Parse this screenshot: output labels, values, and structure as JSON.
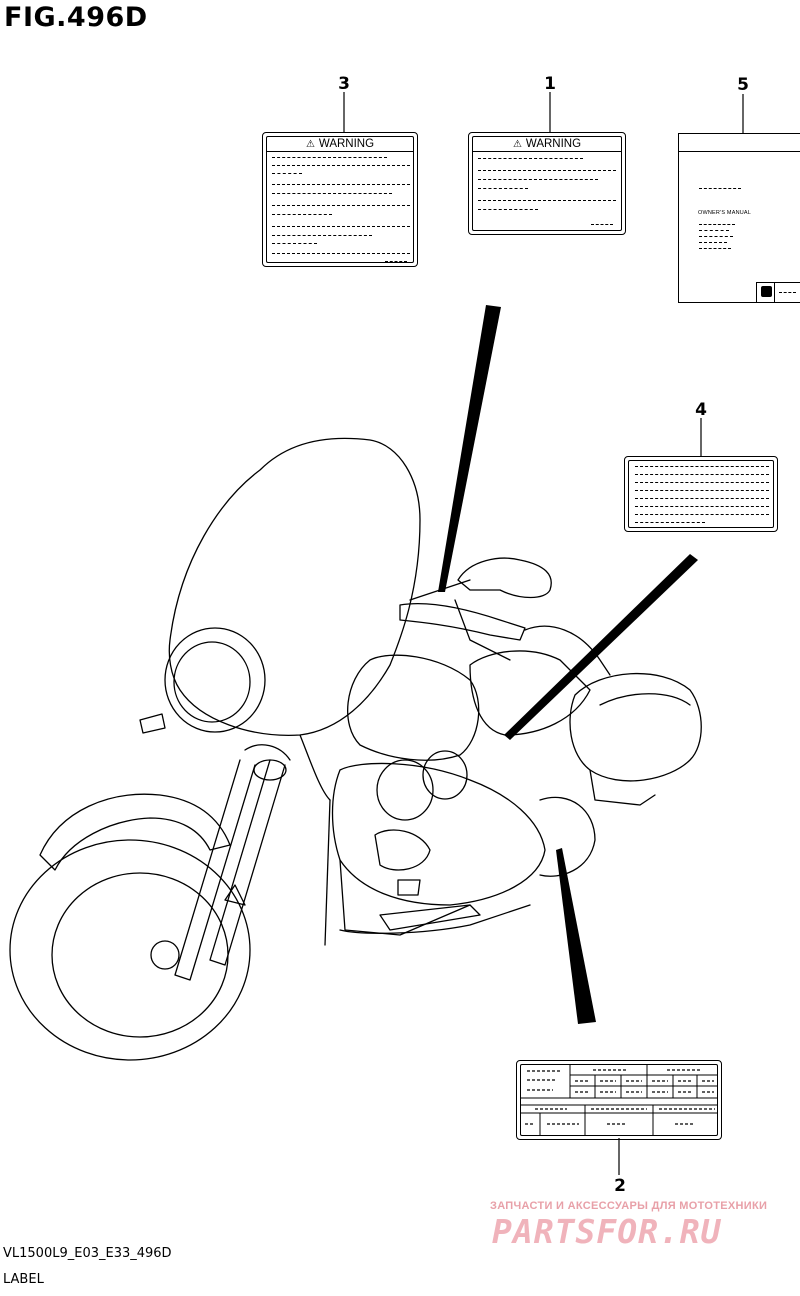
{
  "figure": {
    "title": "FIG.496D"
  },
  "callouts": [
    {
      "id": "3",
      "text": "3"
    },
    {
      "id": "1",
      "text": "1"
    },
    {
      "id": "5",
      "text": "5"
    },
    {
      "id": "4",
      "text": "4"
    },
    {
      "id": "2",
      "text": "2"
    }
  ],
  "labels": {
    "label1": {
      "heading": "WARNING"
    },
    "label3": {
      "heading": "WARNING"
    },
    "label5": {
      "manual_text": "OWNER'S MANUAL",
      "emblem_icon": "suzuki-emblem-icon"
    }
  },
  "footer": {
    "model_code": "VL1500L9_E03_E33_496D",
    "section": "LABEL"
  },
  "watermark": {
    "tagline": "ЗАПЧАСТИ И АКСЕССУАРЫ ДЛЯ МОТОТЕХНИКИ",
    "site": "PARTSFOR.RU"
  },
  "colors": {
    "line": "#000000",
    "background": "#ffffff",
    "watermark": "#f0b3bb"
  }
}
